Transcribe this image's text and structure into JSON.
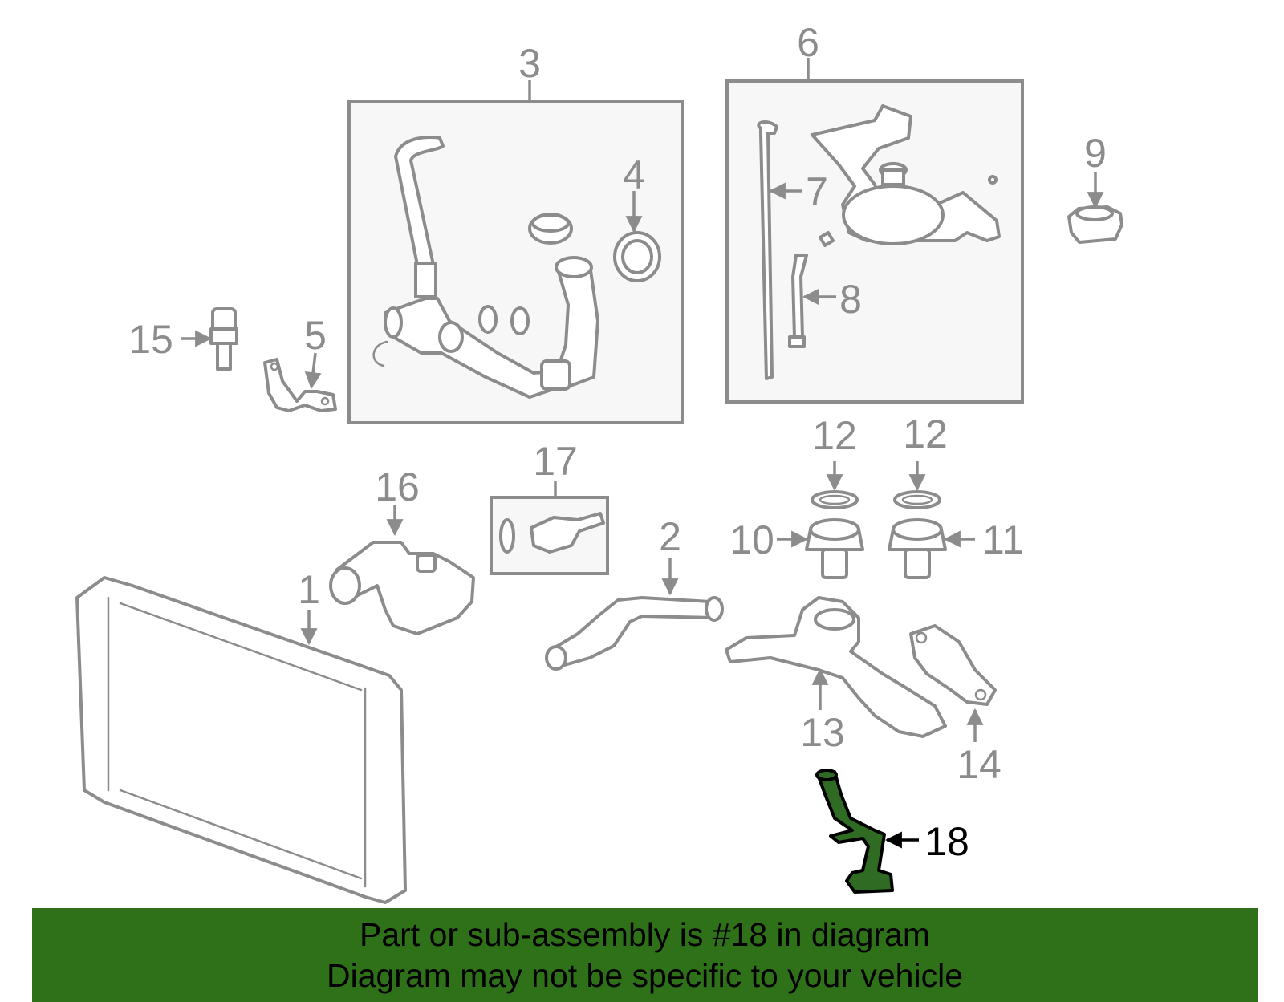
{
  "labels": {
    "p1": "1",
    "p2": "2",
    "p3": "3",
    "p4": "4",
    "p5": "5",
    "p6": "6",
    "p7": "7",
    "p8": "8",
    "p9": "9",
    "p10": "10",
    "p11": "11",
    "p12a": "12",
    "p12b": "12",
    "p13": "13",
    "p14": "14",
    "p15": "15",
    "p16": "16",
    "p17": "17",
    "p18": "18"
  },
  "banner": {
    "line1": "Part or sub-assembly is #18 in diagram",
    "line2": "Diagram may not be specific to your vehicle"
  },
  "colors": {
    "highlight_part": "#2f6b22",
    "banner_bg": "#2e7119",
    "line_gray": "#8c8c8c"
  }
}
